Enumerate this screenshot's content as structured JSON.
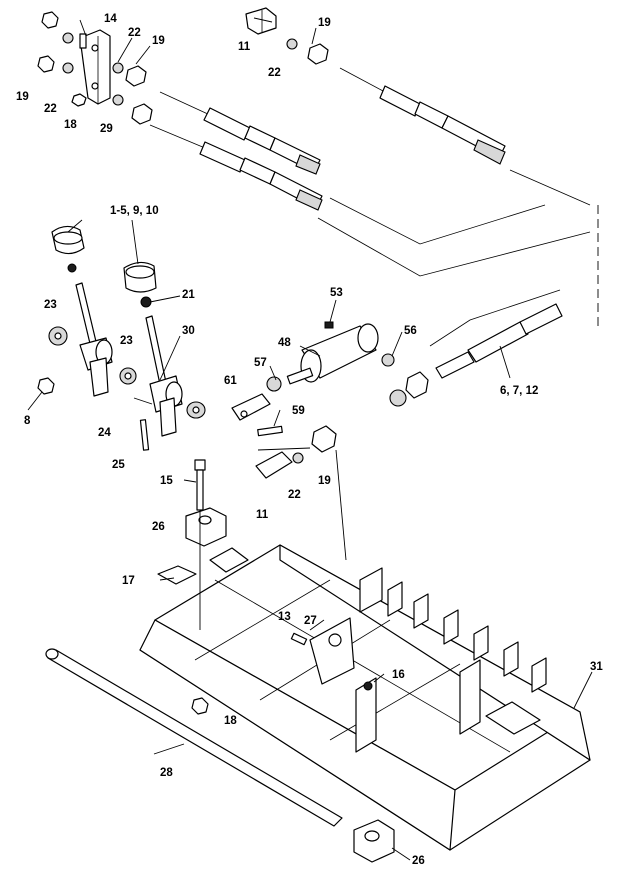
{
  "diagram": {
    "callouts": [
      {
        "id": "c14",
        "text": "14"
      },
      {
        "id": "c22a",
        "text": "22"
      },
      {
        "id": "c19a",
        "text": "19"
      },
      {
        "id": "c19b",
        "text": "19"
      },
      {
        "id": "c22b",
        "text": "22"
      },
      {
        "id": "c18a",
        "text": "18"
      },
      {
        "id": "c29",
        "text": "29"
      },
      {
        "id": "c11a",
        "text": "11"
      },
      {
        "id": "c19c",
        "text": "19"
      },
      {
        "id": "c22c",
        "text": "22"
      },
      {
        "id": "c1",
        "text": "1-5, 9, 10"
      },
      {
        "id": "c21",
        "text": "21"
      },
      {
        "id": "c23a",
        "text": "23"
      },
      {
        "id": "c23b",
        "text": "23"
      },
      {
        "id": "c30",
        "text": "30"
      },
      {
        "id": "c8",
        "text": "8"
      },
      {
        "id": "c24",
        "text": "24"
      },
      {
        "id": "c25",
        "text": "25"
      },
      {
        "id": "c53",
        "text": "53"
      },
      {
        "id": "c56",
        "text": "56"
      },
      {
        "id": "c48",
        "text": "48"
      },
      {
        "id": "c57",
        "text": "57"
      },
      {
        "id": "c61",
        "text": "61"
      },
      {
        "id": "c59",
        "text": "59"
      },
      {
        "id": "c6",
        "text": "6, 7, 12"
      },
      {
        "id": "c15",
        "text": "15"
      },
      {
        "id": "c22d",
        "text": "22"
      },
      {
        "id": "c19d",
        "text": "19"
      },
      {
        "id": "c11b",
        "text": "11"
      },
      {
        "id": "c26a",
        "text": "26"
      },
      {
        "id": "c17",
        "text": "17"
      },
      {
        "id": "c13",
        "text": "13"
      },
      {
        "id": "c27",
        "text": "27"
      },
      {
        "id": "c16",
        "text": "16"
      },
      {
        "id": "c31",
        "text": "31"
      },
      {
        "id": "c18b",
        "text": "18"
      },
      {
        "id": "c28",
        "text": "28"
      },
      {
        "id": "c26b",
        "text": "26"
      }
    ]
  }
}
